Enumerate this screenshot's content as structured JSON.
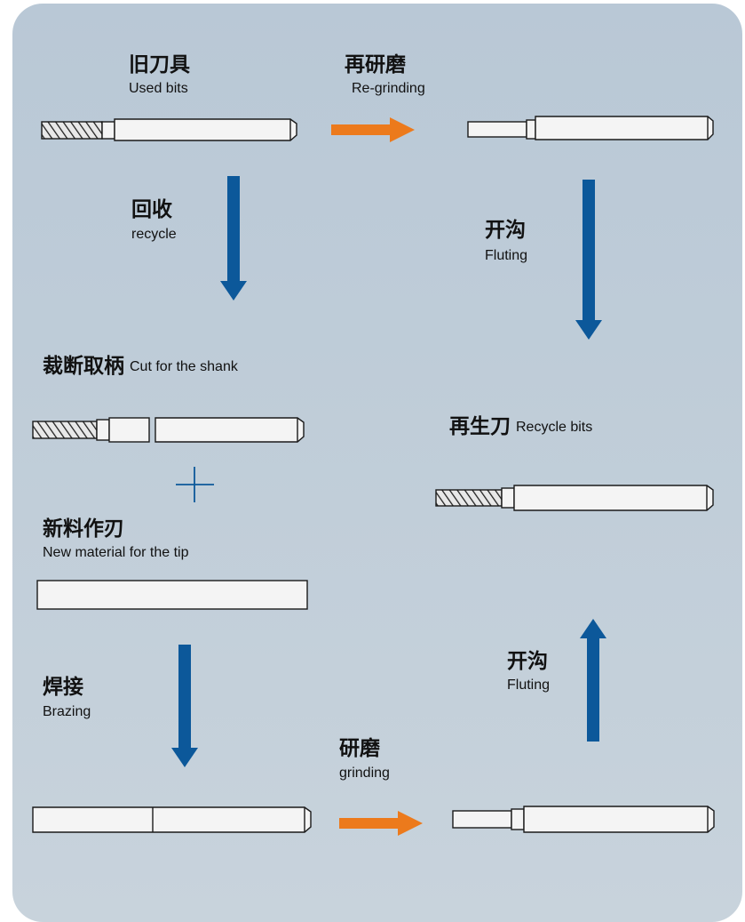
{
  "colors": {
    "panel": "#bccad8",
    "blue_arrow": "#0c589a",
    "orange_arrow": "#ec7a1c",
    "tool_stroke": "#1a1a1a",
    "tool_fill": "#f4f4f4"
  },
  "labels": {
    "used_bits_zh": "旧刀具",
    "used_bits_en": "Used bits",
    "regrinding_zh": "再研磨",
    "regrinding_en": "Re-grinding",
    "recycle_zh": "回收",
    "recycle_en": "recycle",
    "fluting_top_zh": "开沟",
    "fluting_top_en": "Fluting",
    "cut_shank_zh": "裁断取柄",
    "cut_shank_en": "Cut for the shank",
    "recycle_bits_zh": "再生刀",
    "recycle_bits_en": "Recycle bits",
    "plus": "+",
    "new_material_zh": "新料作刃",
    "new_material_en": "New material for the tip",
    "brazing_zh": "焊接",
    "brazing_en": "Brazing",
    "fluting_bottom_zh": "开沟",
    "fluting_bottom_en": "Fluting",
    "grinding_zh": "研磨",
    "grinding_en": "grinding"
  },
  "steps": [
    {
      "from": "Used bits",
      "to": "Re-grinding",
      "direction": "right",
      "arrow": "orange"
    },
    {
      "from": "Re-grinding",
      "to": "Recycle bits",
      "direction": "down",
      "arrow": "blue",
      "label": "Fluting"
    },
    {
      "from": "Used bits",
      "to": "Cut for the shank",
      "direction": "down",
      "arrow": "blue",
      "label": "recycle"
    },
    {
      "from": "Cut for the shank + New material for the tip",
      "to": "brazed blank",
      "direction": "down",
      "arrow": "blue",
      "label": "Brazing"
    },
    {
      "from": "brazed blank",
      "to": "ground blank",
      "direction": "right",
      "arrow": "orange",
      "label": "grinding"
    },
    {
      "from": "ground blank",
      "to": "Recycle bits",
      "direction": "up",
      "arrow": "blue",
      "label": "Fluting"
    }
  ]
}
